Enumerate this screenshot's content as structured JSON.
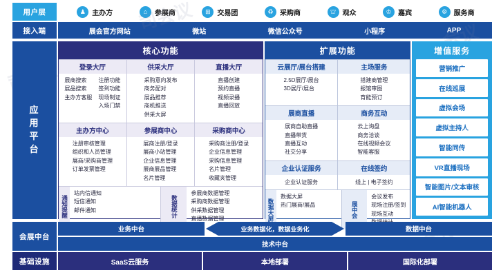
{
  "user_layer": {
    "label": "用户层",
    "items": [
      {
        "name": "主办方",
        "icon": "organizer-person-icon"
      },
      {
        "name": "参展商",
        "icon": "exhibitor-booth-icon"
      },
      {
        "name": "交易团",
        "icon": "trade-group-icon"
      },
      {
        "name": "采购商",
        "icon": "buyer-icon"
      },
      {
        "name": "观众",
        "icon": "visitor-icon"
      },
      {
        "name": "嘉宾",
        "icon": "guest-icon"
      },
      {
        "name": "服务商",
        "icon": "service-provider-icon"
      }
    ]
  },
  "access_layer": {
    "label": "接入端",
    "items": [
      "展会官方网站",
      "微站",
      "微信公众号",
      "小程序",
      "APP"
    ]
  },
  "app_platform": {
    "label": "应用平台",
    "core": {
      "title": "核心功能",
      "band1": [
        {
          "title": "登录大厅",
          "cols": [
            [
              "展商搜索",
              "展品搜索",
              "主办方客服"
            ],
            [
              "注册功能",
              "签到功能",
              "现场制证",
              "入场门禁"
            ]
          ]
        },
        {
          "title": "供采大厅",
          "cols": [
            [
              "采购意向发布",
              "商务配对",
              "展品推荐",
              "商机推送",
              "供采大屏"
            ]
          ]
        },
        {
          "title": "直播大厅",
          "cols": [
            [
              "直播创建",
              "预约直播",
              "视频录播",
              "直播回放"
            ]
          ]
        }
      ],
      "band2": [
        {
          "title": "主办方中心",
          "cols": [
            [
              "注册审核管理",
              "组织和人员管理",
              "展商/采购商管理",
              "订单发票管理"
            ]
          ]
        },
        {
          "title": "参展商中心",
          "cols": [
            [
              "展商注册/登录",
              "展商小站管理",
              "企业信息管理",
              "展商展品管理",
              "名片管理"
            ]
          ]
        },
        {
          "title": "采购商中心",
          "cols": [
            [
              "采购商注册/登录",
              "企业信息管理",
              "采购信息管理",
              "名片管理",
              "收藏夹管理"
            ]
          ]
        }
      ],
      "band3": [
        {
          "vlabel": "通知提醒",
          "items": [
            "站内信通知",
            "短信通知",
            "邮件通知"
          ]
        },
        {
          "vlabel": "数据统计",
          "items": [
            "参展商数据管理",
            "采购商数据管理",
            "供采数据管理",
            "直播数据管理"
          ]
        }
      ]
    },
    "expand": {
      "title": "扩展功能",
      "band1": [
        {
          "title": "云展厅/展台搭建",
          "items": [
            "2.5D展厅/展台",
            "3D展厅/展台"
          ]
        },
        {
          "title": "主场服务",
          "items": [
            "搭建商管理",
            "报馆审图",
            "育能预订"
          ]
        }
      ],
      "band2": [
        {
          "title": "展商直播",
          "items": [
            "展商自助直播",
            "直播带货",
            "直播互动",
            "社交分享"
          ]
        },
        {
          "title": "商务互动",
          "items": [
            "云上询盘",
            "商务洽谈",
            "在线视频会议",
            "智能客服"
          ]
        }
      ],
      "band3": [
        {
          "title": "企业认证服务",
          "flat": "企业认证服务"
        },
        {
          "title": "在线签约",
          "flat": "线上 | 电子签约"
        }
      ],
      "band4": [
        {
          "vlabel": "数据大屏",
          "items": [
            "数据大屏",
            "热门展商/展品"
          ]
        },
        {
          "vlabel": "展中会",
          "items": [
            "会议发布",
            "现场注册/签到",
            "现场互动",
            "数据统计"
          ]
        }
      ]
    },
    "vas": {
      "title": "增值服务",
      "items": [
        "营销推广",
        "在线巡展",
        "虚拟会场",
        "虚拟主持人",
        "智能同传",
        "VR直播现场",
        "智能图片/文本审核",
        "AI智能机器人"
      ]
    }
  },
  "mid_platform": {
    "label": "会展中台",
    "left": "业务中台",
    "arrow": "业务数据化，数据业务化",
    "right": "数据中台",
    "bottom": "技术中台"
  },
  "infrastructure": {
    "label": "基础设施",
    "items": [
      "SaaS云服务",
      "本地部署",
      "国际化部署"
    ]
  },
  "watermarks": [
    "司会议",
    "司会议",
    "会议",
    "会议"
  ],
  "colors": {
    "cyan": "#29a3e0",
    "blue": "#1b4fa0",
    "navy": "#2b2f7d",
    "white": "#ffffff"
  }
}
